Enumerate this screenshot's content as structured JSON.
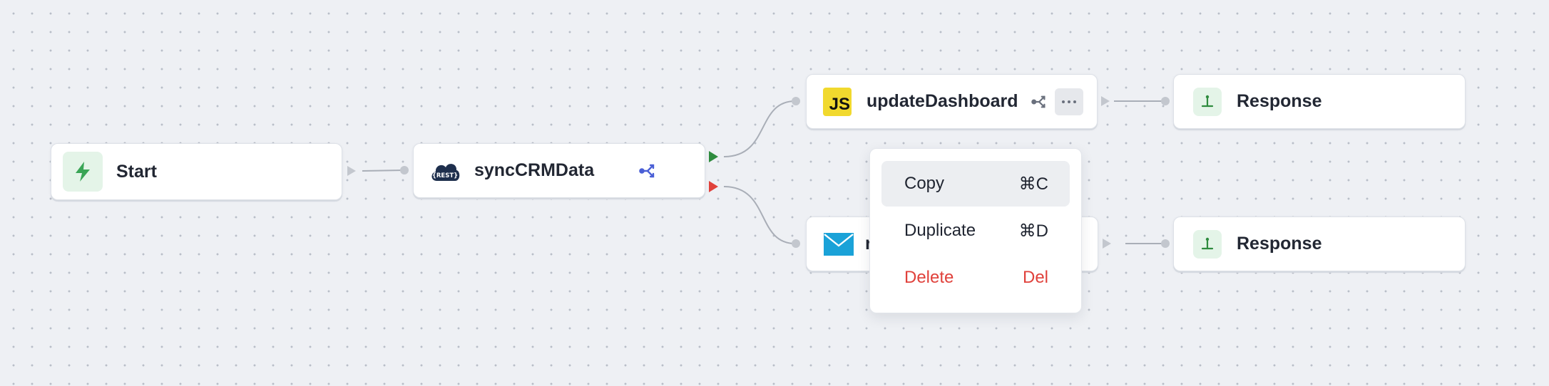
{
  "nodes": {
    "start": {
      "title": "Start",
      "icon": "lightning-icon"
    },
    "sync": {
      "title": "syncCRMData",
      "icon": "rest-cloud-icon",
      "action_icon": "branch-icon"
    },
    "update": {
      "title": "updateDashboard",
      "icon": "javascript-icon",
      "icon_text": "JS",
      "action_icon": "branch-icon",
      "more_icon": "more-icon"
    },
    "mail": {
      "title": "",
      "icon": "mail-icon",
      "partial_text": "r"
    },
    "response_top": {
      "title": "Response",
      "icon": "response-icon"
    },
    "response_bottom": {
      "title": "Response",
      "icon": "response-icon"
    }
  },
  "context_menu": {
    "items": [
      {
        "label": "Copy",
        "shortcut": "⌘C",
        "state": "hover"
      },
      {
        "label": "Duplicate",
        "shortcut": "⌘D"
      },
      {
        "label": "Delete",
        "shortcut": "Del",
        "style": "danger"
      }
    ]
  },
  "colors": {
    "accent_blue": "#4a5fd6",
    "success_green": "#2e8b3e",
    "error_red": "#e0413b",
    "js_yellow": "#f1d92e",
    "mail_blue": "#1aa2d8",
    "rest_navy": "#1e2f4d"
  }
}
